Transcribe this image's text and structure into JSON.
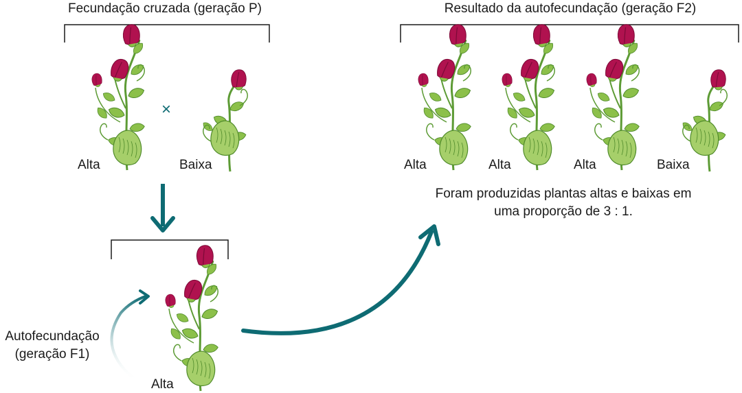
{
  "parent_generation": {
    "title": "Fecundação cruzada (geração P)",
    "cross_symbol": "×",
    "plants": [
      {
        "label": "Alta"
      },
      {
        "label": "Baixa"
      }
    ]
  },
  "f1_generation": {
    "plant": {
      "label": "Alta"
    },
    "self_fertilization_label": [
      "Autofecundação",
      "(geração F1)"
    ]
  },
  "f2_generation": {
    "title": "Resultado da autofecundação (geração F2)",
    "plants": [
      {
        "label": "Alta"
      },
      {
        "label": "Alta"
      },
      {
        "label": "Alta"
      },
      {
        "label": "Baixa"
      }
    ],
    "result_note": [
      "Foram produzidas plantas altas e baixas em",
      "uma proporção de 3 : 1."
    ]
  },
  "colors": {
    "arrow": "#0e6b73",
    "flower": "#b0124f",
    "flower_dark": "#7c0a37",
    "leaf": "#8cc04a",
    "leaf_dark": "#4f8a2a",
    "stem": "#5d9b35",
    "pod": "#a6cf6a"
  }
}
